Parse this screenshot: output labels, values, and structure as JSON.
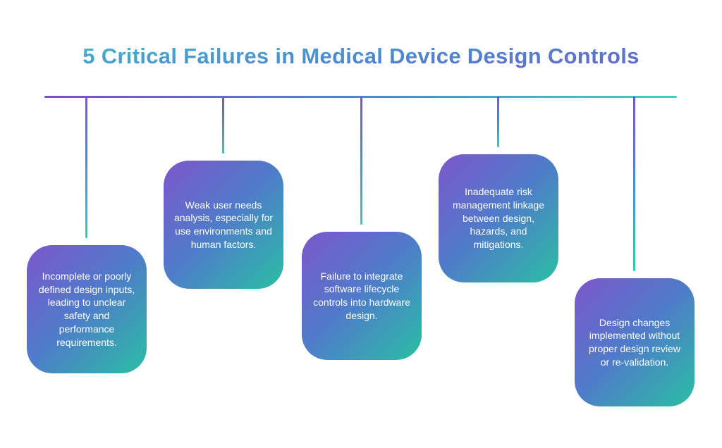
{
  "title": "5 Critical Failures in Medical Device Design Controls",
  "colors": {
    "title_gradient_top": "#40bcca",
    "title_gradient_bottom": "#7058ca",
    "line_gradient_left": "#7d4ccd",
    "line_gradient_right": "#38d6b9",
    "card_gradient_start": "#7d56cb",
    "card_gradient_mid": "#4f7bca",
    "card_gradient_end": "#2abfa4",
    "card_text": "#ffffff",
    "background": "#ffffff"
  },
  "cards": [
    {
      "text": "Incomplete or poorly defined design inputs, leading to unclear safety and performance requirements."
    },
    {
      "text": "Weak user needs analysis, especially for use environments and human factors."
    },
    {
      "text": "Failure to integrate software lifecycle controls into hardware design."
    },
    {
      "text": "Inadequate risk management linkage between design, hazards, and mitigations."
    },
    {
      "text": "Design changes implemented without proper design review or re-validation."
    }
  ]
}
